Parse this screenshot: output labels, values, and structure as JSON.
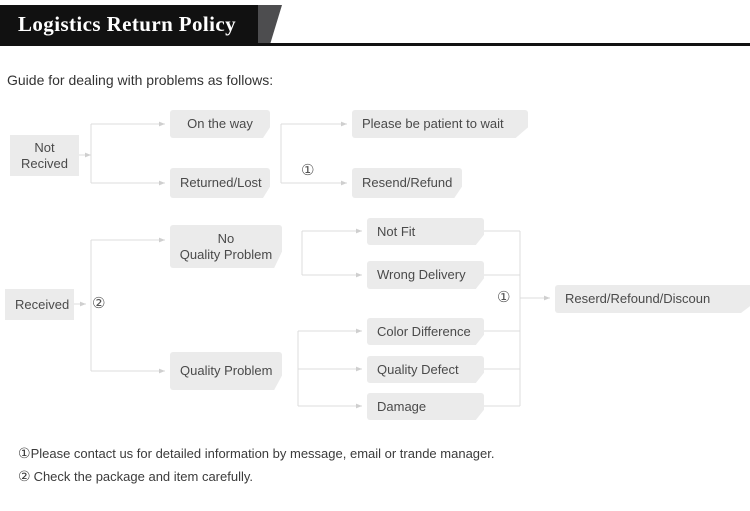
{
  "header": {
    "title": "Logistics Return Policy"
  },
  "intro": "Guide for dealing with problems as follows:",
  "flow": {
    "not_received": {
      "root": "Not\nRecived",
      "branches": [
        "On the way",
        "Returned/Lost"
      ],
      "marker": "①",
      "outcomes": [
        "Please be patient to wait",
        "Resend/Refund"
      ]
    },
    "received": {
      "root": "Received",
      "marker": "②",
      "branches": [
        "No\nQuality Problem",
        "Quality Problem"
      ],
      "no_quality_reasons": [
        "Not Fit",
        "Wrong Delivery"
      ],
      "quality_reasons": [
        "Color Difference",
        "Quality Defect",
        "Damage"
      ],
      "outcome_marker": "①",
      "outcome": "Reserd/Refound/Discoun"
    }
  },
  "notes": [
    {
      "marker": "①",
      "text": "Please contact us for detailed information by message, email or trande manager."
    },
    {
      "marker": "②",
      "text": "Check the package and item carefully."
    }
  ],
  "colors": {
    "banner": "#111111",
    "banner_accent": "#4d4d4f",
    "node_fill": "#ebebeb",
    "connector": "#d8d8d8",
    "text": "#4a4a4a"
  }
}
